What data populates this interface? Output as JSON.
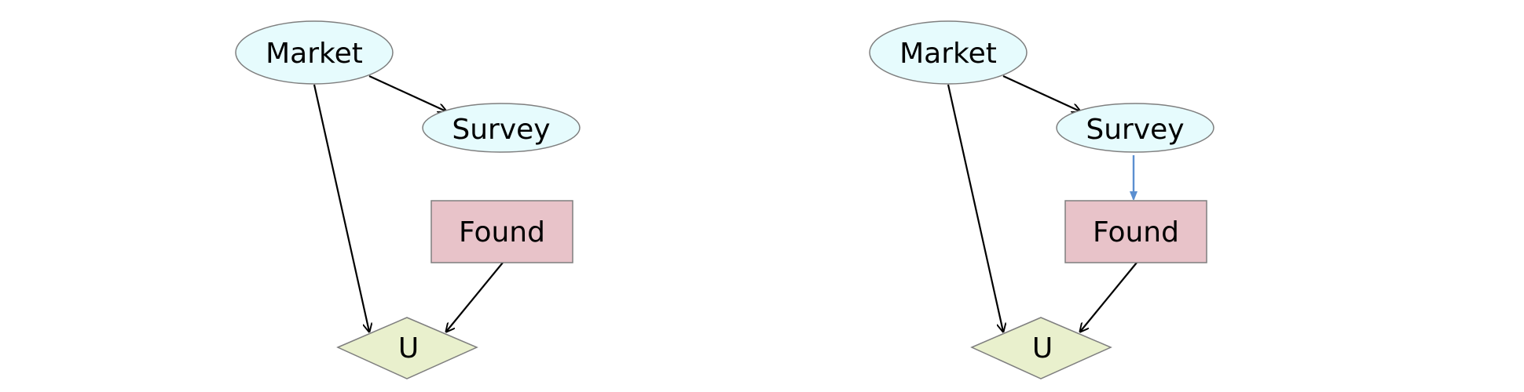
{
  "diagrams": [
    {
      "nodes": {
        "market": "Market",
        "survey": "Survey",
        "found": "Found",
        "utility": "U"
      },
      "edges": [
        {
          "from": "Market",
          "to": "Survey"
        },
        {
          "from": "Market",
          "to": "U"
        },
        {
          "from": "Found",
          "to": "U"
        }
      ]
    },
    {
      "nodes": {
        "market": "Market",
        "survey": "Survey",
        "found": "Found",
        "utility": "U"
      },
      "edges": [
        {
          "from": "Market",
          "to": "Survey"
        },
        {
          "from": "Market",
          "to": "U"
        },
        {
          "from": "Found",
          "to": "U"
        },
        {
          "from": "Survey",
          "to": "Found",
          "highlighted": true
        }
      ]
    }
  ],
  "colors": {
    "chance_node_fill": "#e6fbfd",
    "decision_node_fill": "#e8c3c9",
    "utility_node_fill": "#e9f0cd",
    "edge": "#000000",
    "highlighted_edge": "#5b8fd0",
    "node_outline": "#7f7f7f"
  }
}
